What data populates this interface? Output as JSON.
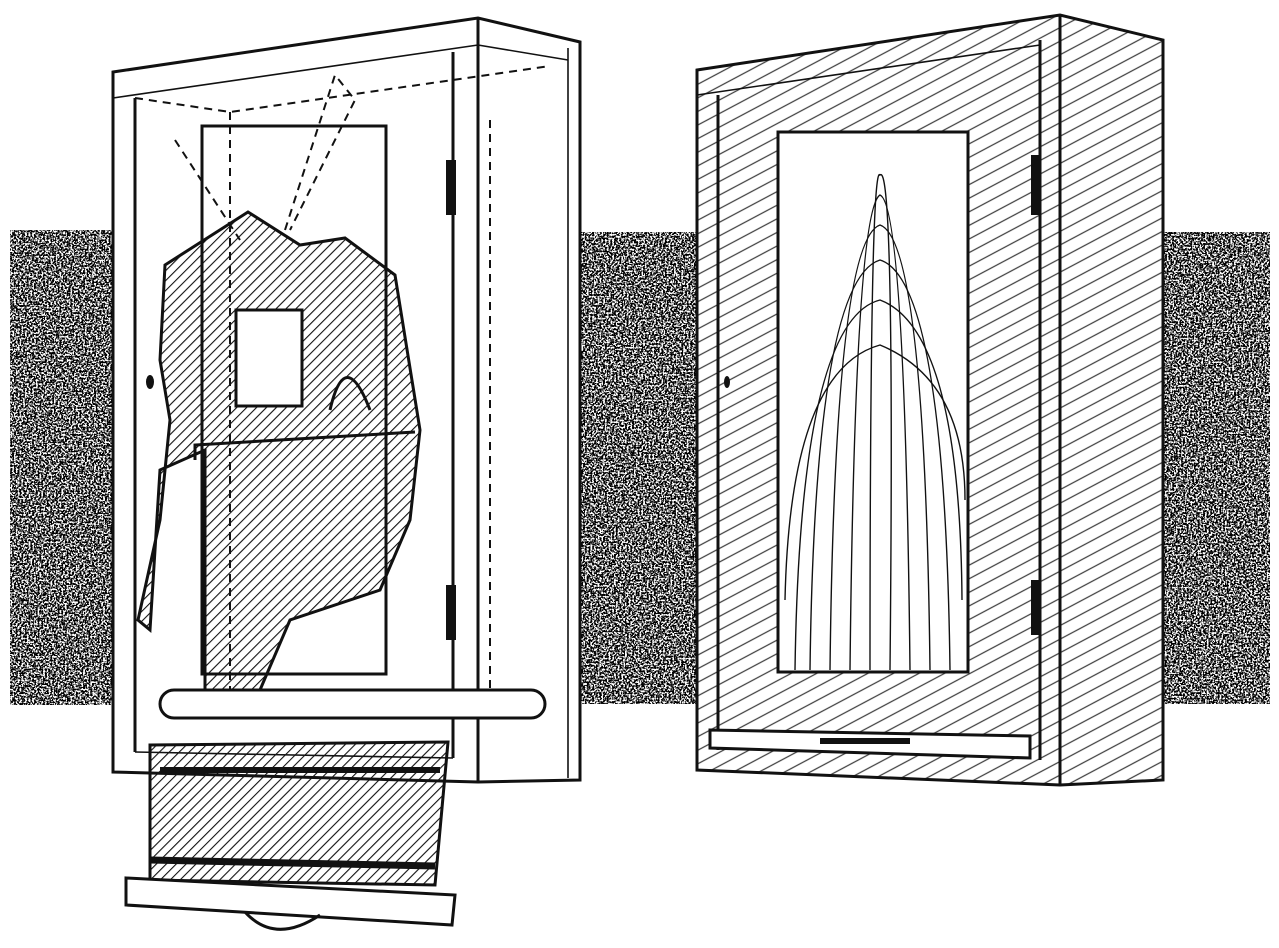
{
  "illustration": {
    "colors": {
      "ink": "#111111",
      "paper": "#ffffff",
      "wall": "#1a1a1a"
    },
    "icons": [
      "open-cabinet-cutaway",
      "closed-cabinet",
      "speckled-wall-band"
    ]
  }
}
